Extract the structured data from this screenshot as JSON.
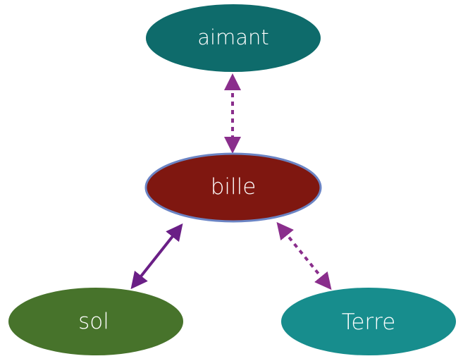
{
  "diagram": {
    "nodes": {
      "aimant": {
        "label": "aimant",
        "color": "#0E6B6B"
      },
      "bille": {
        "label": "bille",
        "color": "#7F1710",
        "border_color": "#6B84C4"
      },
      "sol": {
        "label": "sol",
        "color": "#47732B"
      },
      "terre": {
        "label": "Terre",
        "color": "#178D8D"
      }
    },
    "edges": [
      {
        "from": "aimant",
        "to": "bille",
        "style": "dashed",
        "direction": "both",
        "color": "#8A2E8C"
      },
      {
        "from": "bille",
        "to": "sol",
        "style": "solid",
        "direction": "both",
        "color": "#6A1F86"
      },
      {
        "from": "bille",
        "to": "Terre",
        "style": "dashed",
        "direction": "both",
        "color": "#8A2E8C"
      }
    ]
  }
}
